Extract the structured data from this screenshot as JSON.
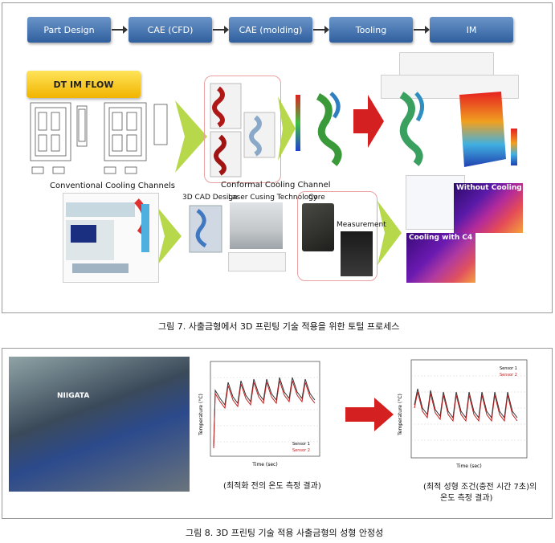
{
  "flow_steps": [
    "Part Design",
    "CAE (CFD)",
    "CAE (molding)",
    "Tooling",
    "IM"
  ],
  "dt_flow": "DT IM FLOW",
  "labels": {
    "conventional": "Conventional Cooling Channels",
    "conformal": "Conformal Cooling Channel",
    "cad": "3D CAD Design",
    "laser": "Laser Cusing Technology",
    "core": "Core",
    "measurement": "Measurement",
    "without_cooling": "Without Cooling",
    "cooling_c4": "Cooling with C4"
  },
  "fig7_caption": "그림 7. 사출금형에서 3D 프린팅 기술 적용을 위한 토털 프로세스",
  "fig8": {
    "left_chart_caption": "(최적화 전의 온도 측정 결과)",
    "right_chart_caption_1": "(최적 성형 조건(충전 시간 7초)의",
    "right_chart_caption_2": "온도 측정 결과)",
    "machine_brand": "NIIGATA",
    "legend": [
      "Sensor 1",
      "Sensor 2"
    ],
    "ylabel": "Temperature (°C)",
    "xlabel": "Time (sec)"
  },
  "fig8_caption": "그림 8. 3D 프린팅 기술 적용 사출금형의 성형 안정성",
  "colors": {
    "step_blue": "#3a6aa8",
    "dt_yellow": "#f5c518",
    "red_arrow": "#d42020",
    "green_arrow": "#a8cf3a"
  }
}
